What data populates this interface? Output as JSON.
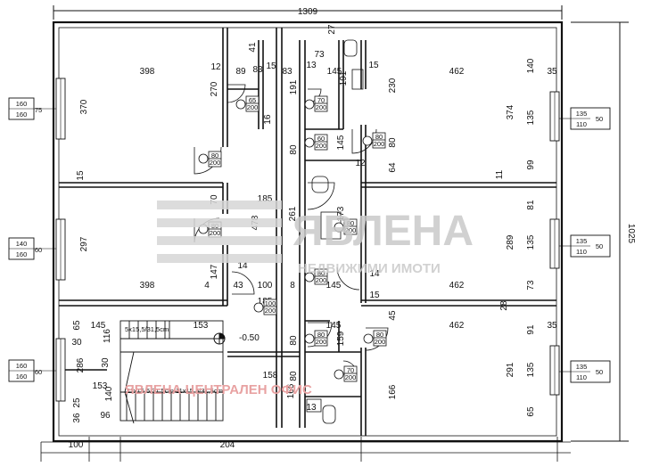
{
  "overall": {
    "width": "1309",
    "height": "1025"
  },
  "level": "-0.50",
  "top_row": [
    "398",
    "12",
    "89",
    "83",
    "15",
    "83",
    "13",
    "145",
    "15",
    "462",
    "140",
    "35"
  ],
  "top_small": [
    "41",
    "73",
    "27"
  ],
  "mid_row": [
    "398",
    "4",
    "43",
    "100",
    "8",
    "14",
    "145",
    "14",
    "15",
    "462",
    "73"
  ],
  "row_185": [
    "185",
    "153",
    "145",
    "185",
    "462",
    "35"
  ],
  "left_vertical": [
    "370",
    "297",
    "15",
    "286",
    "30",
    "65",
    "25",
    "36"
  ],
  "inner_vertical": [
    "270",
    "478",
    "261",
    "173",
    "147",
    "70",
    "166",
    "191",
    "191",
    "16",
    "80",
    "80",
    "145",
    "159",
    "80",
    "13"
  ],
  "right_vertical": [
    "230",
    "64",
    "80",
    "374",
    "99",
    "135",
    "81",
    "289",
    "135",
    "291",
    "135",
    "91",
    "65",
    "166",
    "28",
    "11",
    "45",
    "12"
  ],
  "stairs": {
    "top_label": "5x15,5/31,5cm",
    "bottom_left": "11x15,5/31,5cm",
    "bottom_right": "11x15,5/31,5cm",
    "dims": [
      "145",
      "116",
      "30",
      "153",
      "140",
      "96",
      "158"
    ]
  },
  "bottom_row": [
    "100",
    "204"
  ],
  "windows": [
    {
      "top": "160",
      "mid": "75",
      "bottom": "160"
    },
    {
      "top": "140",
      "mid": "60",
      "bottom": "160"
    },
    {
      "top": "160",
      "mid": "60",
      "bottom": "160"
    },
    {
      "top": "135",
      "mid": "50",
      "bottom": "110"
    },
    {
      "top": "135",
      "mid": "50",
      "bottom": "110"
    },
    {
      "top": "135",
      "mid": "50",
      "bottom": "110"
    }
  ],
  "doors": [
    {
      "top": "80",
      "bottom": "200"
    },
    {
      "top": "80",
      "bottom": "200"
    },
    {
      "top": "65",
      "bottom": "200"
    },
    {
      "top": "70",
      "bottom": "200"
    },
    {
      "top": "60",
      "bottom": "200"
    },
    {
      "top": "80",
      "bottom": "200"
    },
    {
      "top": "80",
      "bottom": "200"
    },
    {
      "top": "80",
      "bottom": "200"
    },
    {
      "top": "80",
      "bottom": "200"
    },
    {
      "top": "80",
      "bottom": "200"
    },
    {
      "top": "70",
      "bottom": "200"
    },
    {
      "top": "100",
      "bottom": "200"
    }
  ],
  "watermark": {
    "brand": "ЯВЛЕНА",
    "tagline": "НЕДВИЖИМИ ИМОТИ",
    "office": "ЯВЛЕНА ЦЕНТРАЛЕН ОФИС"
  },
  "colors": {
    "line": "#111111",
    "watermark": "#c9c9c9",
    "watermark_red": "#e8a2a2"
  }
}
